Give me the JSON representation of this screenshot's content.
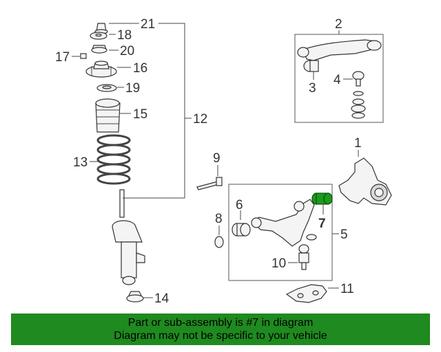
{
  "callouts": {
    "c1": "1",
    "c2": "2",
    "c3": "3",
    "c4": "4",
    "c5": "5",
    "c6": "6",
    "c7": "7",
    "c8": "8",
    "c9": "9",
    "c10": "10",
    "c11": "11",
    "c12": "12",
    "c13": "13",
    "c14": "14",
    "c15": "15",
    "c16": "16",
    "c17": "17",
    "c18": "18",
    "c19": "19",
    "c20": "20",
    "c21": "21"
  },
  "highlighted_part": "7",
  "colors": {
    "footer_bg": "#1f8a1f",
    "highlight": "#1a9a1a"
  },
  "footer": {
    "line1": "Part or sub-assembly is #7 in diagram",
    "line2": "Diagram may not be specific to your vehicle"
  }
}
